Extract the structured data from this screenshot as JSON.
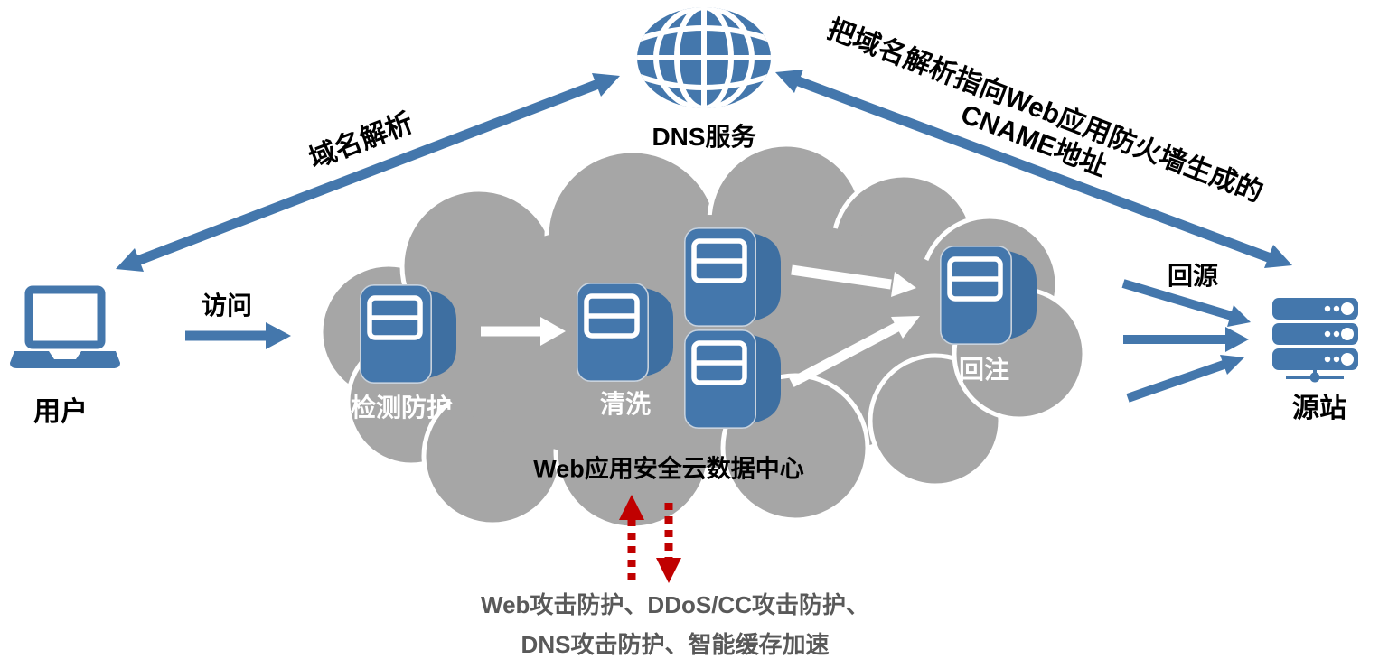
{
  "dns": {
    "label": "DNS服务"
  },
  "user": {
    "label": "用户"
  },
  "origin": {
    "label": "源站"
  },
  "cloud": {
    "title": "Web应用安全云数据中心",
    "nodes": [
      {
        "label": "检测防护"
      },
      {
        "label": "清洗"
      },
      {
        "label": "回注"
      }
    ]
  },
  "arrows": {
    "resolve": "域名解析",
    "access": "访问",
    "back_to_origin": "回源",
    "cname_line1": "把域名解析指向Web应用防火墙生成的",
    "cname_line2": "CNAME地址"
  },
  "features": {
    "line1": "Web攻击防护、DDoS/CC攻击防护、",
    "line2": "DNS攻击防护、智能缓存加速"
  },
  "colors": {
    "blue": "#4477AC",
    "blue_dark": "#3E6FA1",
    "cloud_gray": "#A6A6A6",
    "red": "#C00000",
    "text_gray": "#595959"
  }
}
